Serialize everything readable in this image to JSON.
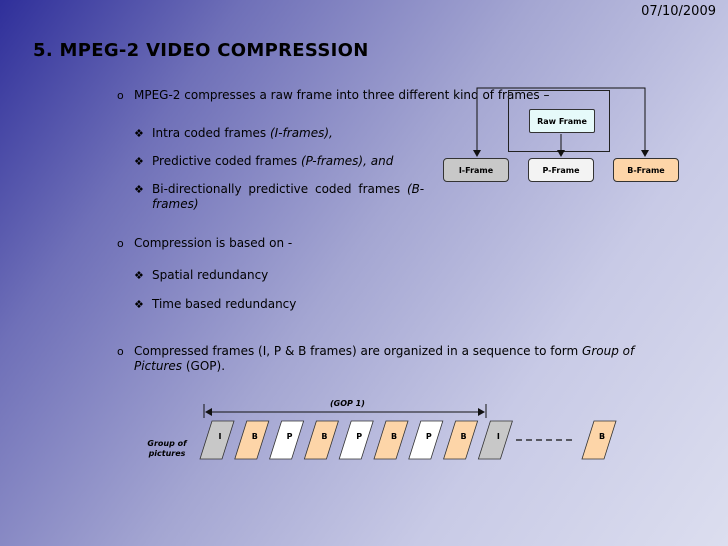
{
  "date": "07/10/2009",
  "title": "5. MPEG-2 VIDEO COMPRESSION",
  "bullets": {
    "b1": {
      "marker": "o",
      "text": "MPEG-2 compresses a raw frame into three different kind of frames –",
      "subs": [
        {
          "marker": "❖",
          "text": "Intra coded frames ",
          "em": "(I-frames),",
          "after": ""
        },
        {
          "marker": "❖",
          "text": "Predictive coded frames ",
          "em": "(P-frames), and",
          "after": ""
        },
        {
          "marker": "❖",
          "line1": "Bi-directionally predictive coded frames ",
          "em1": "(B-",
          "em2": "frames)"
        }
      ]
    },
    "b2": {
      "marker": "o",
      "text": "Compression is based on -",
      "subs": [
        {
          "marker": "❖",
          "text": "Spatial redundancy"
        },
        {
          "marker": "❖",
          "text": "Time based redundancy"
        }
      ]
    },
    "b3": {
      "marker": "o",
      "line1": "Compressed frames (I, P & B frames) are organized in a sequence to form ",
      "em1": "Group of",
      "em2": "Pictures",
      "after": " (GOP)."
    }
  },
  "frame_diagram": {
    "raw": "Raw Frame",
    "i": "I-Frame",
    "p": "P-Frame",
    "b": "B-Frame",
    "colors": {
      "raw": "#e6fafa",
      "i": "#c8c8c8",
      "p": "#f3f3f3",
      "b": "#fdd5a8"
    }
  },
  "gop": {
    "label": "(GOP 1)",
    "group_label_1": "Group of",
    "group_label_2": "pictures",
    "frames": [
      "I",
      "B",
      "P",
      "B",
      "P",
      "B",
      "P",
      "B",
      "I"
    ],
    "last": "B",
    "colors": {
      "I": "#c8c8c8",
      "P": "#ffffff",
      "B": "#fdd5a8"
    }
  }
}
